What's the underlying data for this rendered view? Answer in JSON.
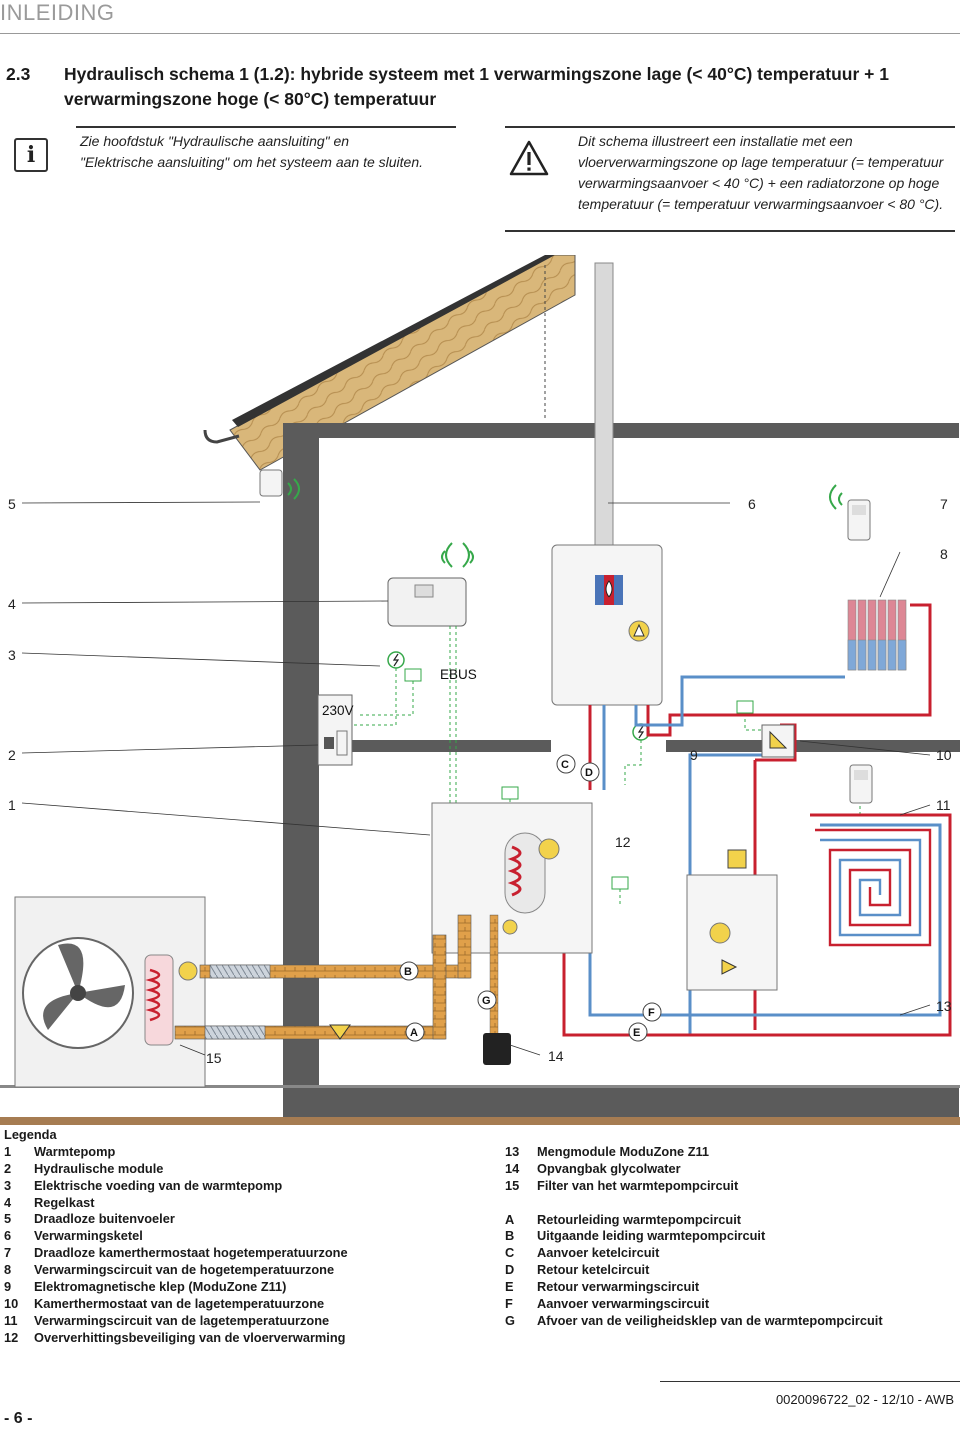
{
  "section": {
    "label": "INLEIDING"
  },
  "title": {
    "number": "2.3",
    "text": "Hydraulisch schema 1 (1.2): hybride systeem met 1 verwarmingszone lage (< 40°C) temperatuur + 1 verwarmingszone hoge (< 80°C) temperatuur"
  },
  "notes": {
    "info": "Zie hoofdstuk \"Hydraulische aansluiting\" en \"Elektrische aansluiting\" om het systeem aan te sluiten.",
    "warning": "Dit schema illustreert een installatie met een vloerverwarmingszone op lage temperatuur (= temperatuur verwarmingsaanvoer < 40 °C) + een radiatorzone op hoge temperatuur (= temperatuur verwarmingsaanvoer < 80 °C)."
  },
  "icons": {
    "info": "info-icon",
    "warning": "warning-triangle-icon"
  },
  "diagram": {
    "labels": {
      "n1": "1",
      "n2": "2",
      "n3": "3",
      "n4": "4",
      "n5": "5",
      "n6": "6",
      "n7": "7",
      "n8": "8",
      "n9": "9",
      "n10": "10",
      "n11": "11",
      "n12": "12",
      "n13": "13",
      "n14": "14",
      "n15": "15",
      "ebus": "EBUS",
      "v230": "230V",
      "A": "A",
      "B": "B",
      "C": "C",
      "D": "D",
      "E": "E",
      "F": "F",
      "G": "G"
    },
    "colors": {
      "hot": "#c8202f",
      "cold": "#5a8fc8",
      "pipe_orange": "#e59a3c",
      "wall": "#555555",
      "ground": "#a67c52",
      "wood": "#d9b77a"
    }
  },
  "legend": {
    "title": "Legenda",
    "left": [
      {
        "k": "1",
        "v": "Warmtepomp"
      },
      {
        "k": "2",
        "v": "Hydraulische module"
      },
      {
        "k": "3",
        "v": "Elektrische voeding van de warmtepomp"
      },
      {
        "k": "4",
        "v": "Regelkast"
      },
      {
        "k": "5",
        "v": "Draadloze buitenvoeler"
      },
      {
        "k": "6",
        "v": "Verwarmingsketel"
      },
      {
        "k": "7",
        "v": "Draadloze kamerthermostaat hogetemperatuurzone"
      },
      {
        "k": "8",
        "v": "Verwarmingscircuit van de hogetemperatuurzone"
      },
      {
        "k": "9",
        "v": "Elektromagnetische klep (ModuZone Z11)"
      },
      {
        "k": "10",
        "v": "Kamerthermostaat van de lagetemperatuurzone"
      },
      {
        "k": "11",
        "v": "Verwarmingscircuit van de lagetemperatuurzone"
      },
      {
        "k": "12",
        "v": "Oververhittingsbeveiliging van de vloerverwarming"
      }
    ],
    "right": [
      {
        "k": "13",
        "v": "Mengmodule ModuZone Z11"
      },
      {
        "k": "14",
        "v": "Opvangbak glycolwater"
      },
      {
        "k": "15",
        "v": "Filter van het warmtepompcircuit"
      },
      {
        "k": "",
        "v": ""
      },
      {
        "k": "A",
        "v": "Retourleiding warmtepompcircuit"
      },
      {
        "k": "B",
        "v": "Uitgaande leiding warmtepompcircuit"
      },
      {
        "k": "C",
        "v": "Aanvoer ketelcircuit"
      },
      {
        "k": "D",
        "v": "Retour ketelcircuit"
      },
      {
        "k": "E",
        "v": "Retour verwarmingscircuit"
      },
      {
        "k": "F",
        "v": "Aanvoer verwarmingscircuit"
      },
      {
        "k": "G",
        "v": "Afvoer van de veiligheidsklep van de warmtepompcircuit"
      }
    ]
  },
  "footer": {
    "page": "- 6 -",
    "ref": "0020096722_02 - 12/10 - AWB"
  }
}
